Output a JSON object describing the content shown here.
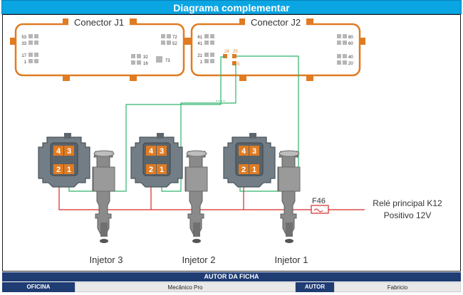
{
  "header": {
    "title": "Diagrama complementar"
  },
  "diagram": {
    "connector_j1": {
      "label": "Conector J1",
      "pins_left": [
        "53",
        "33",
        "17",
        "1"
      ],
      "pins_right": [
        "72",
        "52",
        "32",
        "16",
        "73"
      ]
    },
    "connector_j2": {
      "label": "Conector J2",
      "pins_left": [
        "61",
        "41",
        "21",
        "1"
      ],
      "pins_right": [
        "80",
        "60",
        "40",
        "20"
      ],
      "highlighted_pins": [
        "24",
        "25",
        "5"
      ]
    },
    "injectors": [
      {
        "label": "Injetor 3",
        "pins": [
          "4",
          "3",
          "2",
          "1"
        ]
      },
      {
        "label": "Injetor 2",
        "pins": [
          "4",
          "3",
          "2",
          "1"
        ]
      },
      {
        "label": "Injetor 1",
        "pins": [
          "4",
          "3",
          "2",
          "1"
        ]
      }
    ],
    "fuse": {
      "label": "F46"
    },
    "relay": {
      "line1": "Relé principal K12",
      "line2": "Positivo 12V"
    },
    "colors": {
      "connector_outline": "#e07b22",
      "pin_highlight": "#e07b22",
      "power_wire": "#d62828",
      "signal_wire": "#2fb36b"
    }
  },
  "footer": {
    "title": "AUTOR DA FICHA",
    "oficina_label": "OFICINA",
    "oficina_value": "Mecânico Pro",
    "autor_label": "AUTOR",
    "autor_value": "Fabricio"
  }
}
